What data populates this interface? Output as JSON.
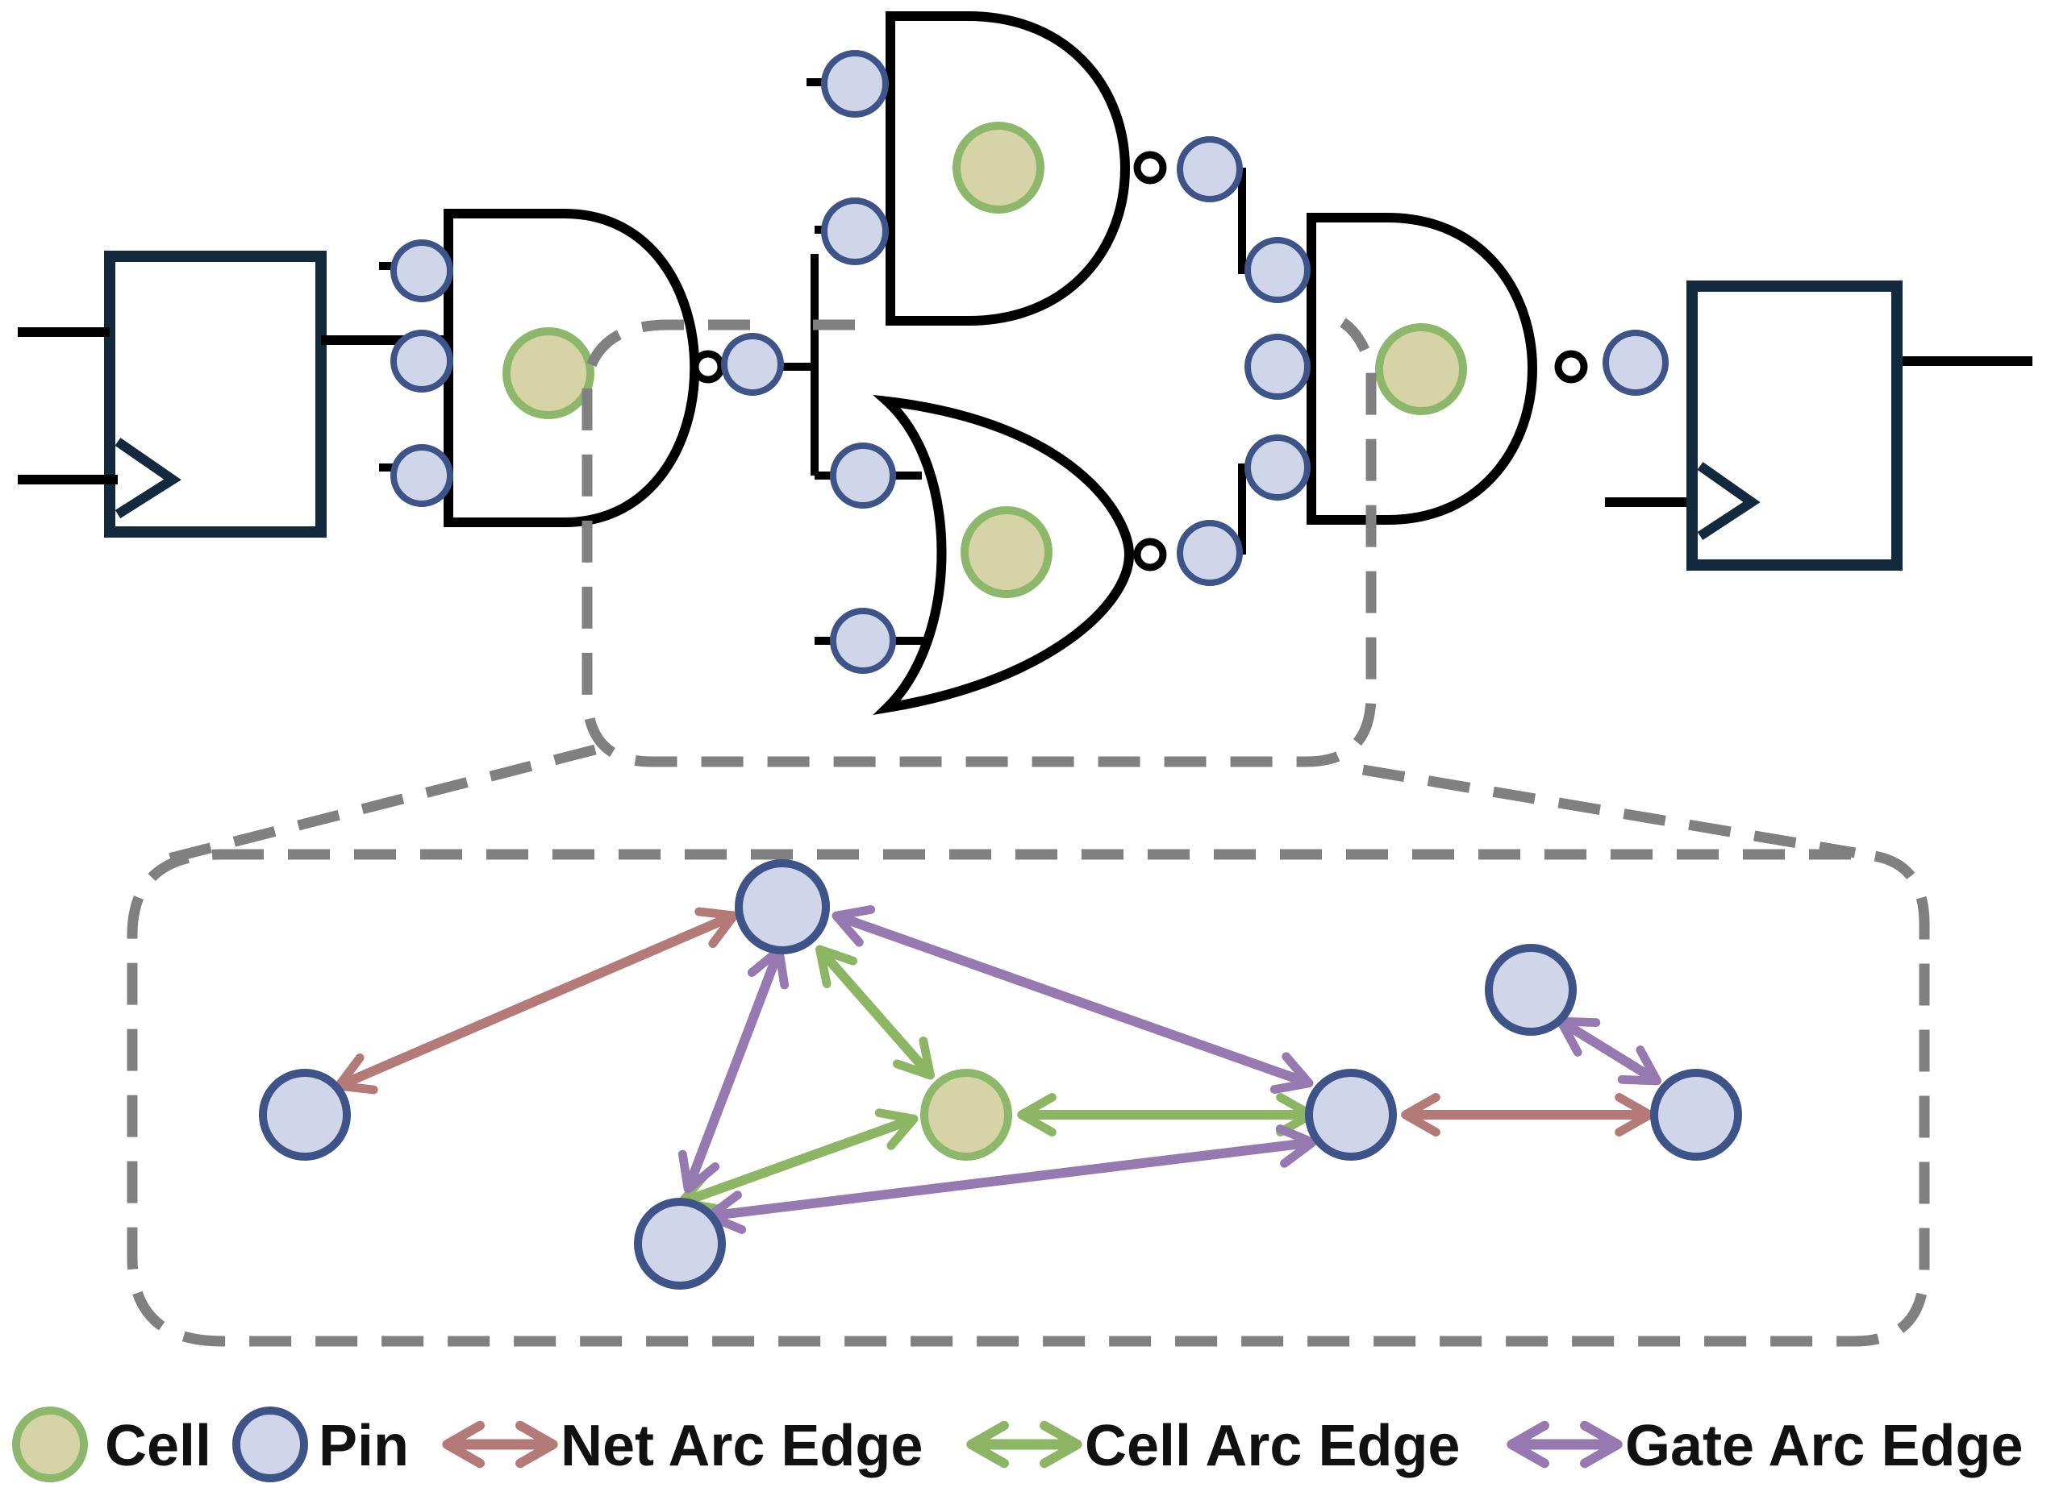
{
  "legend": {
    "cell_label": "Cell",
    "pin_label": "Pin",
    "net_arc_label": "Net Arc Edge",
    "cell_arc_label": "Cell Arc Edge",
    "gate_arc_label": "Gate Arc Edge"
  },
  "colors": {
    "cell_fill": "#d6d3a6",
    "cell_stroke": "#8db86b",
    "pin_fill": "#cfd6ea",
    "pin_stroke": "#3e5488",
    "net_arc": "#b47a78",
    "cell_arc": "#8cb664",
    "gate_arc": "#9579b0",
    "dashed": "#808080",
    "wire": "#000000",
    "flipflop": "#13293d"
  }
}
